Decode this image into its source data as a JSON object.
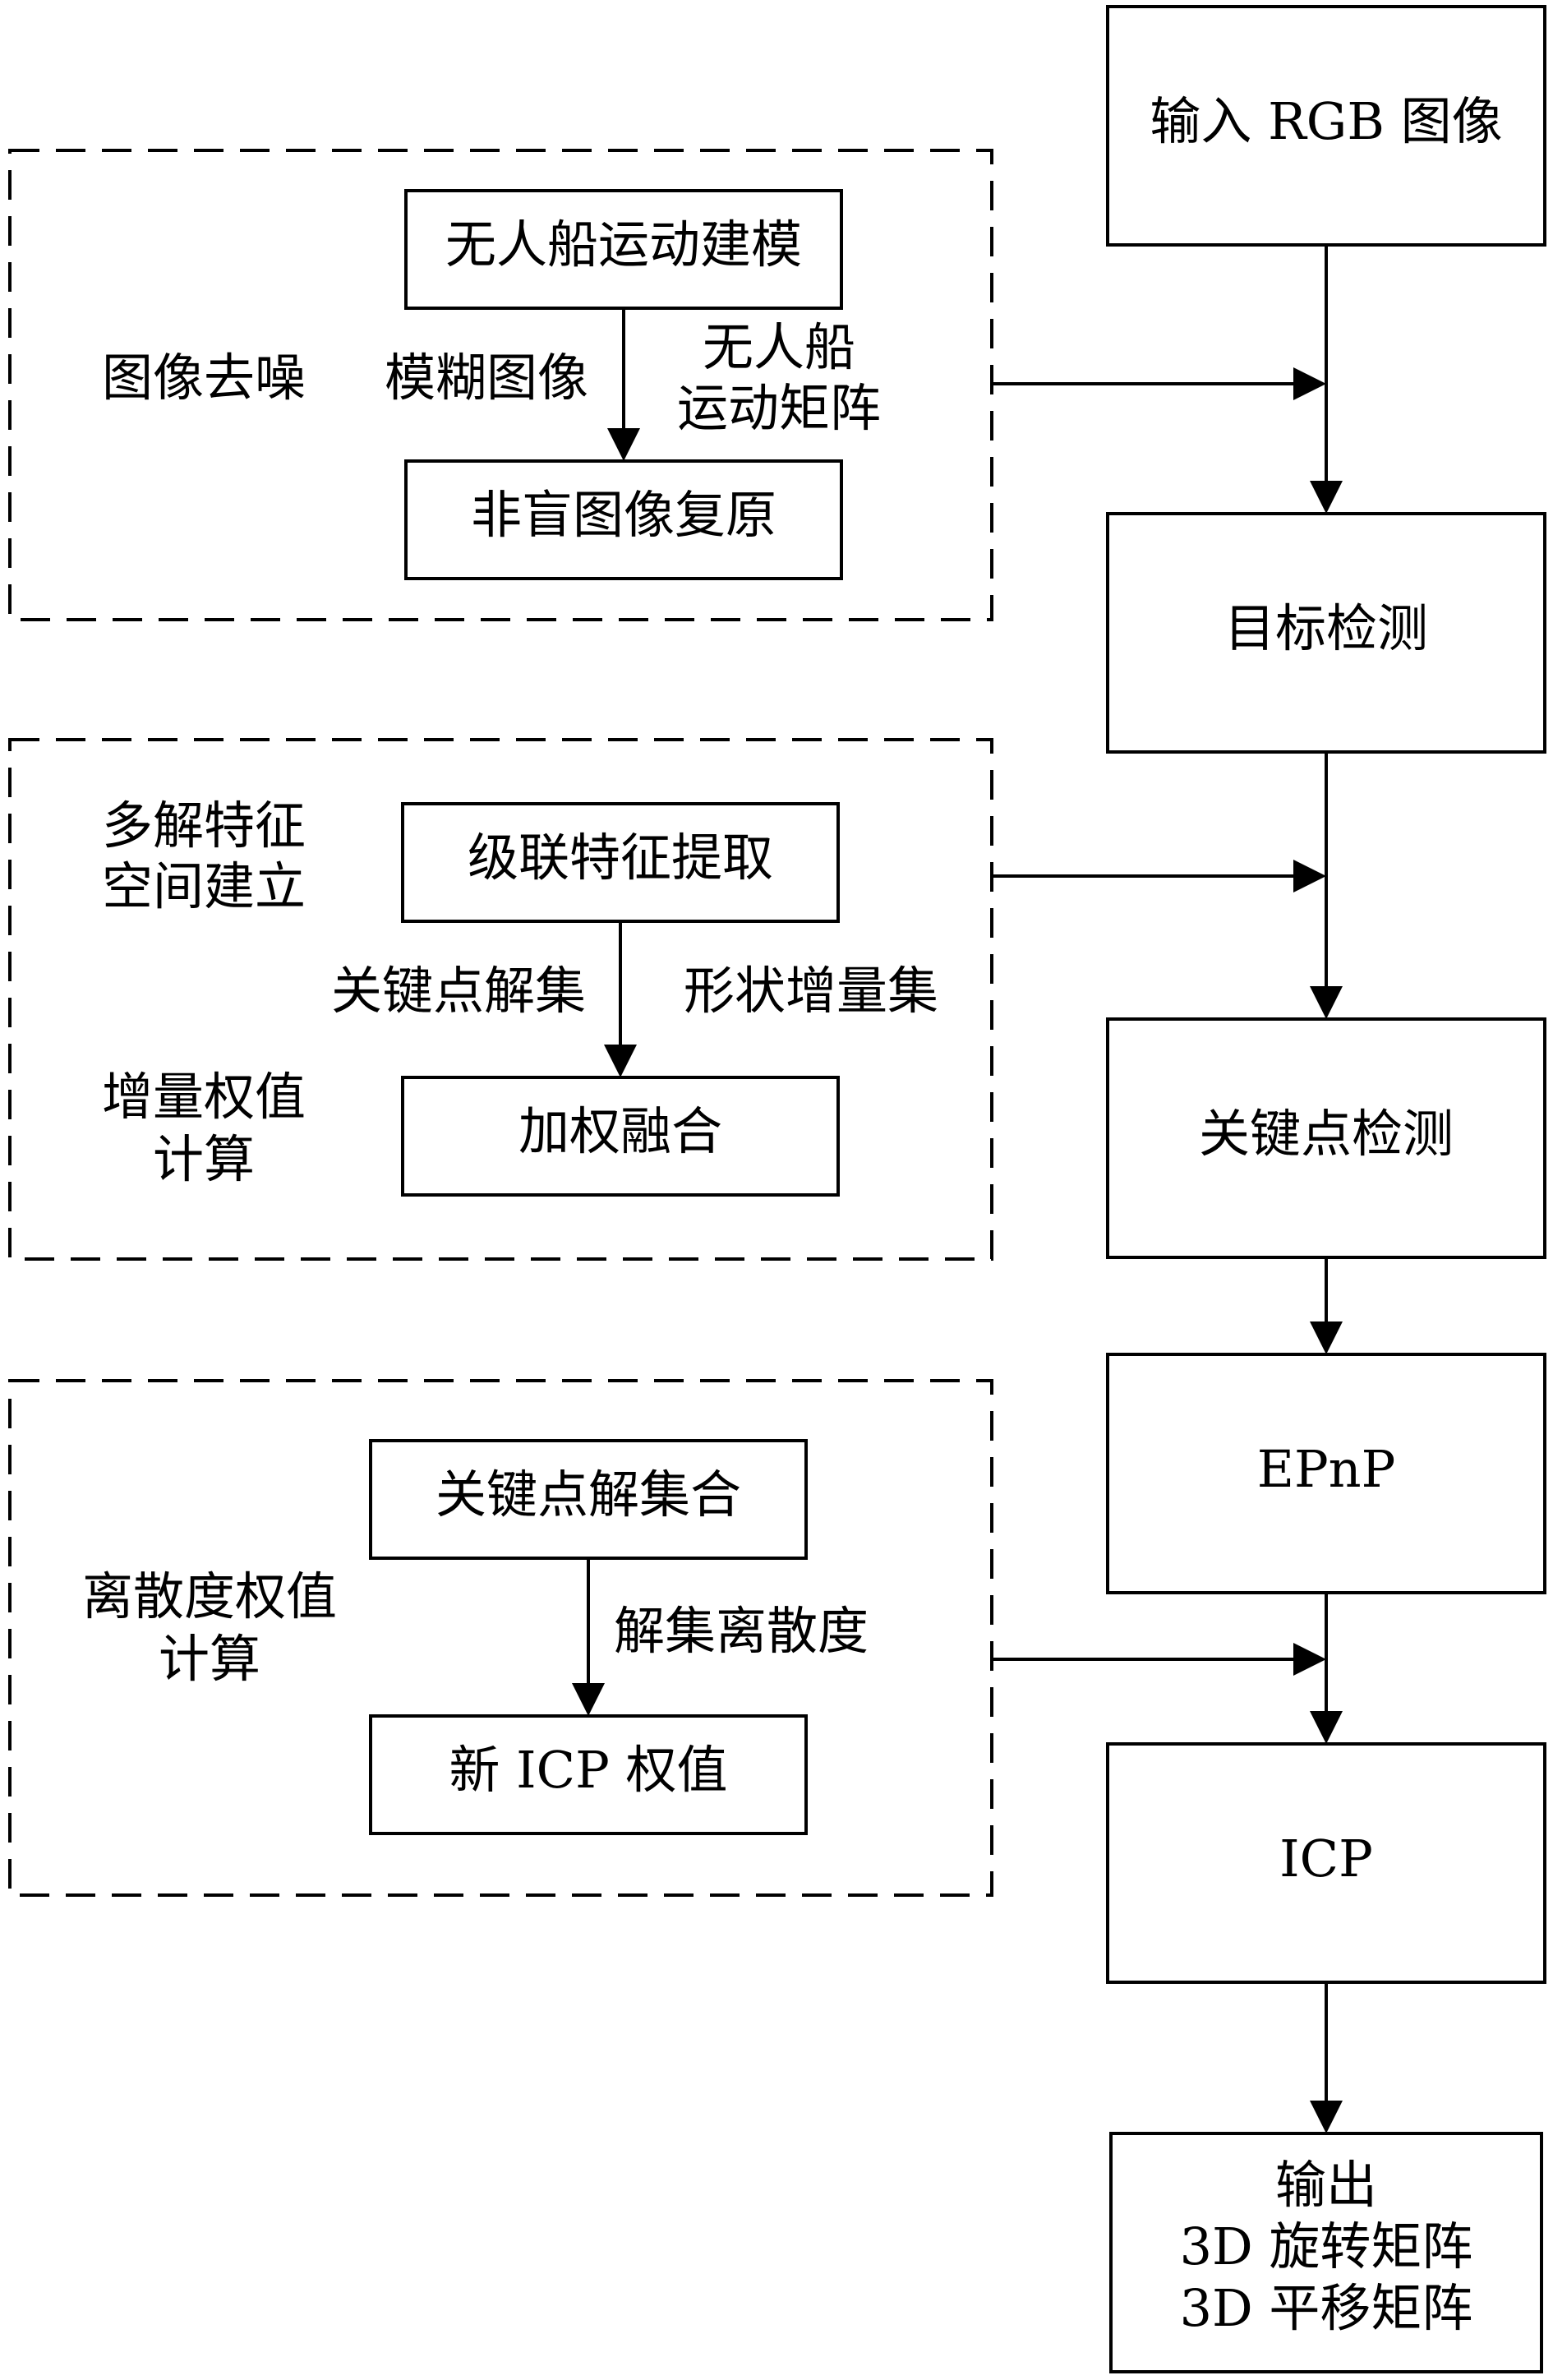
{
  "pipeline": {
    "input": "输入 RGB 图像",
    "target_detection": "目标检测",
    "keypoint_detection": "关键点检测",
    "epnp": "EPnP",
    "icp": "ICP",
    "output": [
      "输出",
      "3D 旋转矩阵",
      "3D 平移矩阵"
    ]
  },
  "denoise_group": {
    "title": "图像去噪",
    "motion_model": "无人船运动建模",
    "blur_label": "模糊图像",
    "motion_matrix_label": [
      "无人船",
      "运动矩阵"
    ],
    "restoration": "非盲图像复原"
  },
  "feature_group": {
    "title": [
      "多解特征",
      "空间建立"
    ],
    "cascade": "级联特征提取",
    "keypoint_set_label": "关键点解集",
    "shape_increment_label": "形状增量集",
    "weight_title": [
      "增量权值",
      "计算"
    ],
    "weighted_fusion": "加权融合"
  },
  "dispersion_group": {
    "title": [
      "离散度权值",
      "计算"
    ],
    "keypoint_solution_set": "关键点解集合",
    "dispersion_label": "解集离散度",
    "new_icp_weight": "新 ICP 权值"
  },
  "colors": {
    "stroke": "#000000",
    "background": "#ffffff"
  }
}
